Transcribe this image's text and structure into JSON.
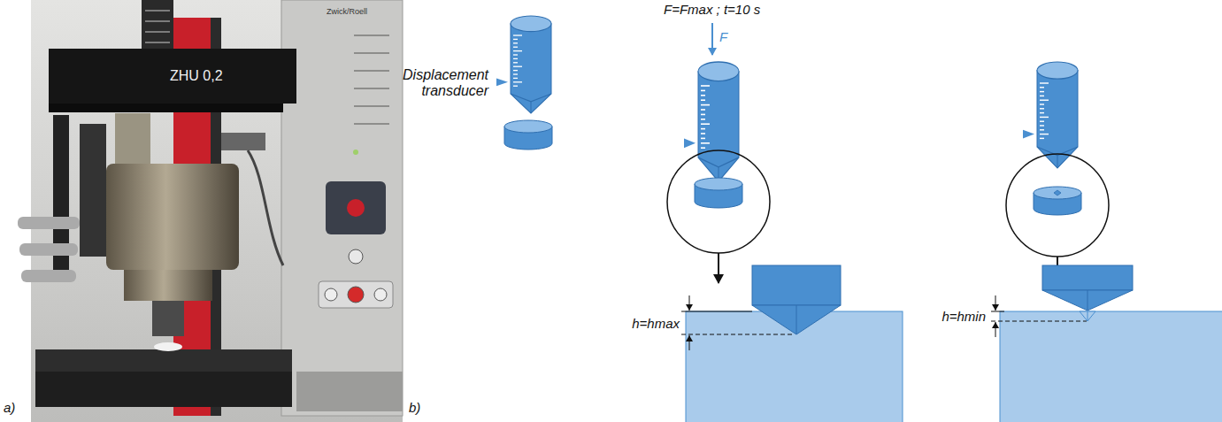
{
  "diagram": {
    "labels": [
      "a)",
      "ZHU 0,2",
      "Zwick/Roell",
      "b)",
      "Displacement transducer",
      "F=Fmax ; t=10 s",
      "F",
      "h=hmax",
      "h=hmin"
    ]
  }
}
